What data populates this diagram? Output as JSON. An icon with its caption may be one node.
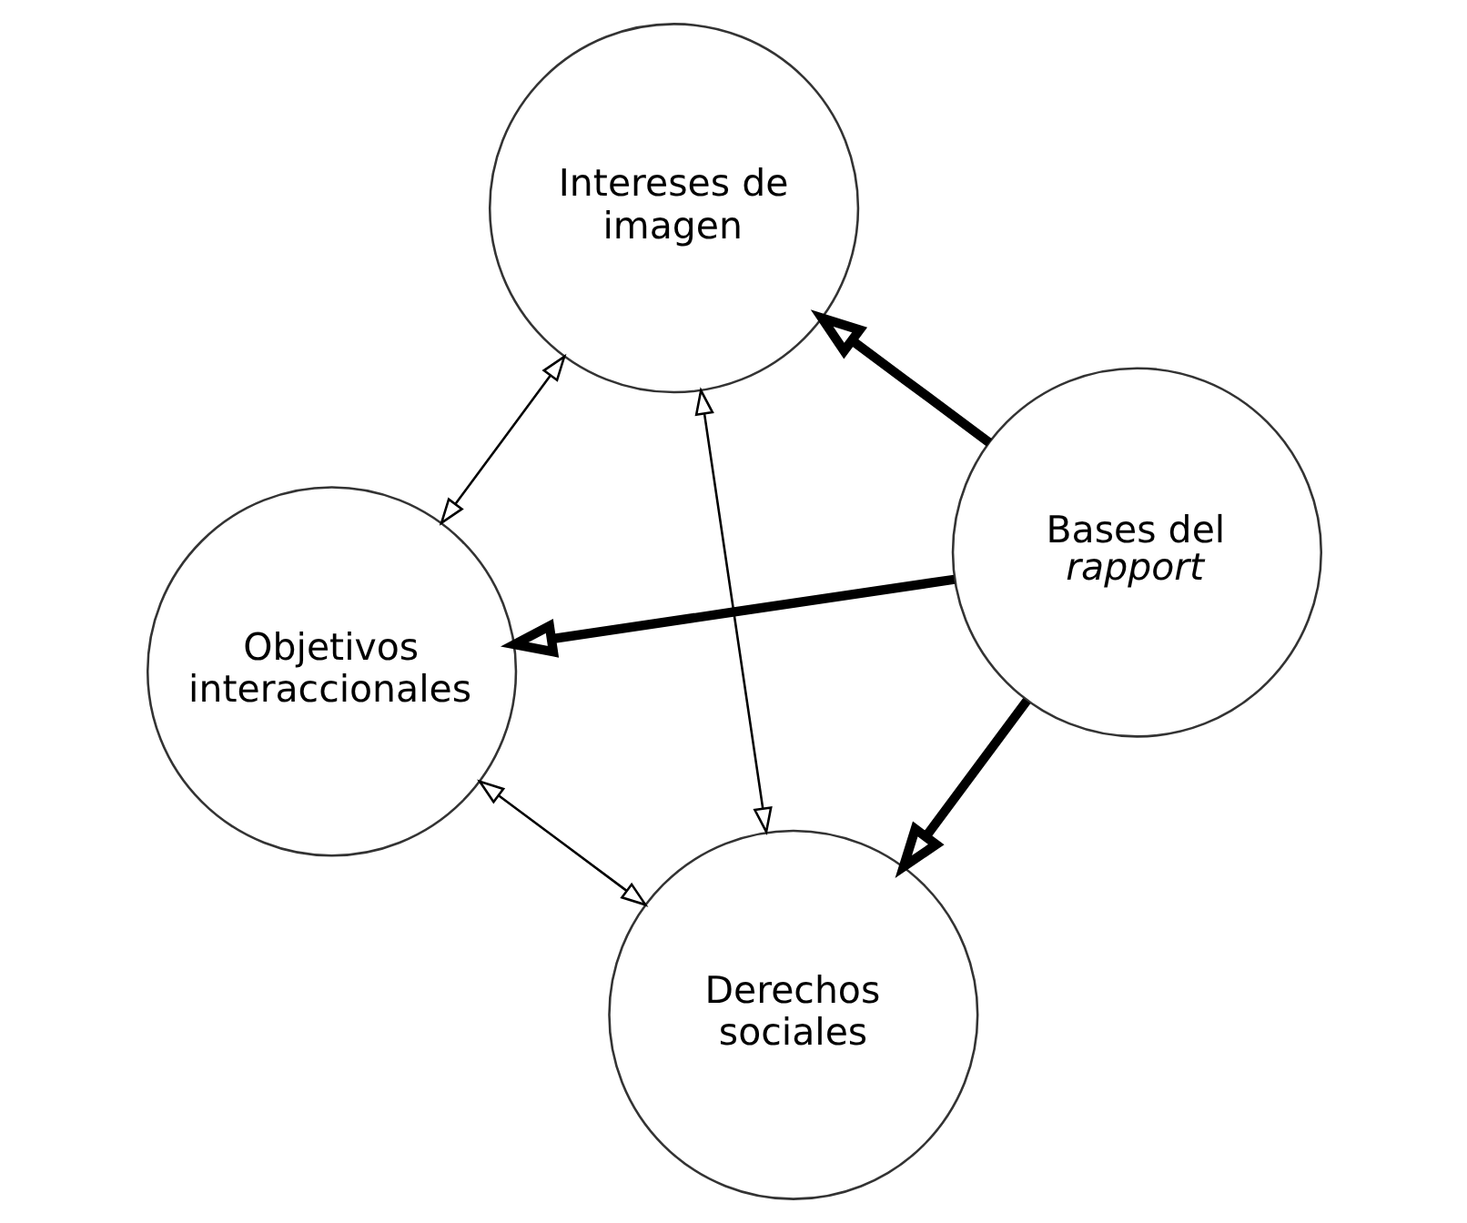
{
  "diagram": {
    "nodes": [
      {
        "text": [
          "Objetivos interaccionales"
        ]
      },
      {
        "text": [
          "Bases del *rapport*"
        ]
      },
      {
        "text": [
          "Derechos sociales"
        ]
      },
      {
        "text": [
          "Intereses de imagen"
        ]
      }
    ],
    "edges": [
      {
        "from": 1,
        "to": 0,
        "arrow": "to",
        "style": "thick"
      },
      {
        "from": 1,
        "to": 2,
        "arrow": "to",
        "style": "thick"
      },
      {
        "from": 1,
        "to": 3,
        "arrow": "to",
        "style": "thick"
      },
      {
        "from": 0,
        "to": 2,
        "arrow": "both"
      },
      {
        "from": 0,
        "to": 3,
        "arrow": "both"
      },
      {
        "from": 2,
        "to": 3,
        "arrow": "both"
      }
    ]
  }
}
